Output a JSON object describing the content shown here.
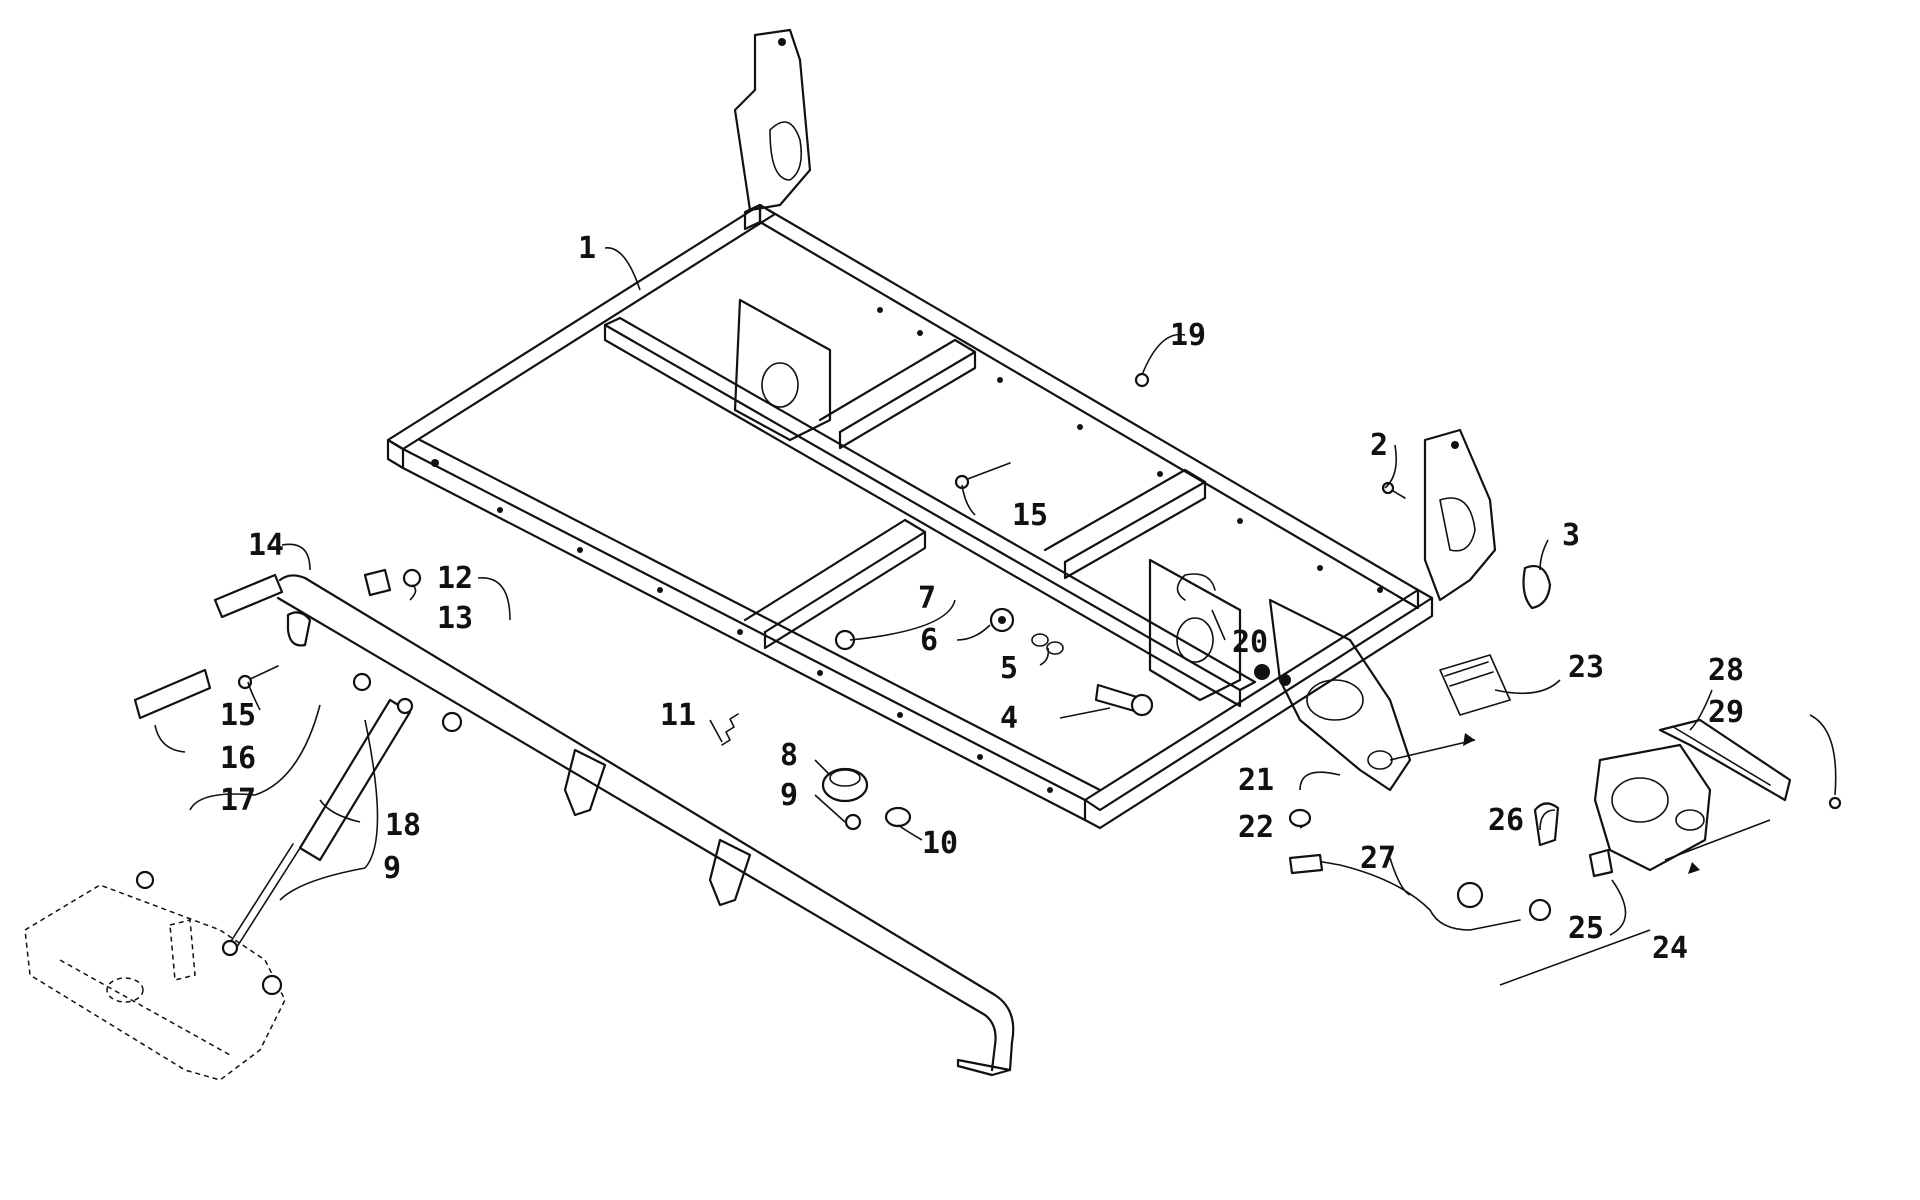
{
  "callouts": [
    {
      "id": "c1",
      "label": "1"
    },
    {
      "id": "c2",
      "label": "2"
    },
    {
      "id": "c3",
      "label": "3"
    },
    {
      "id": "c4",
      "label": "4"
    },
    {
      "id": "c5",
      "label": "5"
    },
    {
      "id": "c6",
      "label": "6"
    },
    {
      "id": "c7",
      "label": "7"
    },
    {
      "id": "c8",
      "label": "8"
    },
    {
      "id": "c9a",
      "label": "9"
    },
    {
      "id": "c9b",
      "label": "9"
    },
    {
      "id": "c10",
      "label": "10"
    },
    {
      "id": "c11",
      "label": "11"
    },
    {
      "id": "c12",
      "label": "12"
    },
    {
      "id": "c13",
      "label": "13"
    },
    {
      "id": "c14",
      "label": "14"
    },
    {
      "id": "c15a",
      "label": "15"
    },
    {
      "id": "c15b",
      "label": "15"
    },
    {
      "id": "c16",
      "label": "16"
    },
    {
      "id": "c17",
      "label": "17"
    },
    {
      "id": "c18",
      "label": "18"
    },
    {
      "id": "c19",
      "label": "19"
    },
    {
      "id": "c20",
      "label": "20"
    },
    {
      "id": "c21",
      "label": "21"
    },
    {
      "id": "c22",
      "label": "22"
    },
    {
      "id": "c23",
      "label": "23"
    },
    {
      "id": "c24",
      "label": "24"
    },
    {
      "id": "c25",
      "label": "25"
    },
    {
      "id": "c26",
      "label": "26"
    },
    {
      "id": "c27",
      "label": "27"
    },
    {
      "id": "c28",
      "label": "28"
    },
    {
      "id": "c29",
      "label": "29"
    }
  ]
}
